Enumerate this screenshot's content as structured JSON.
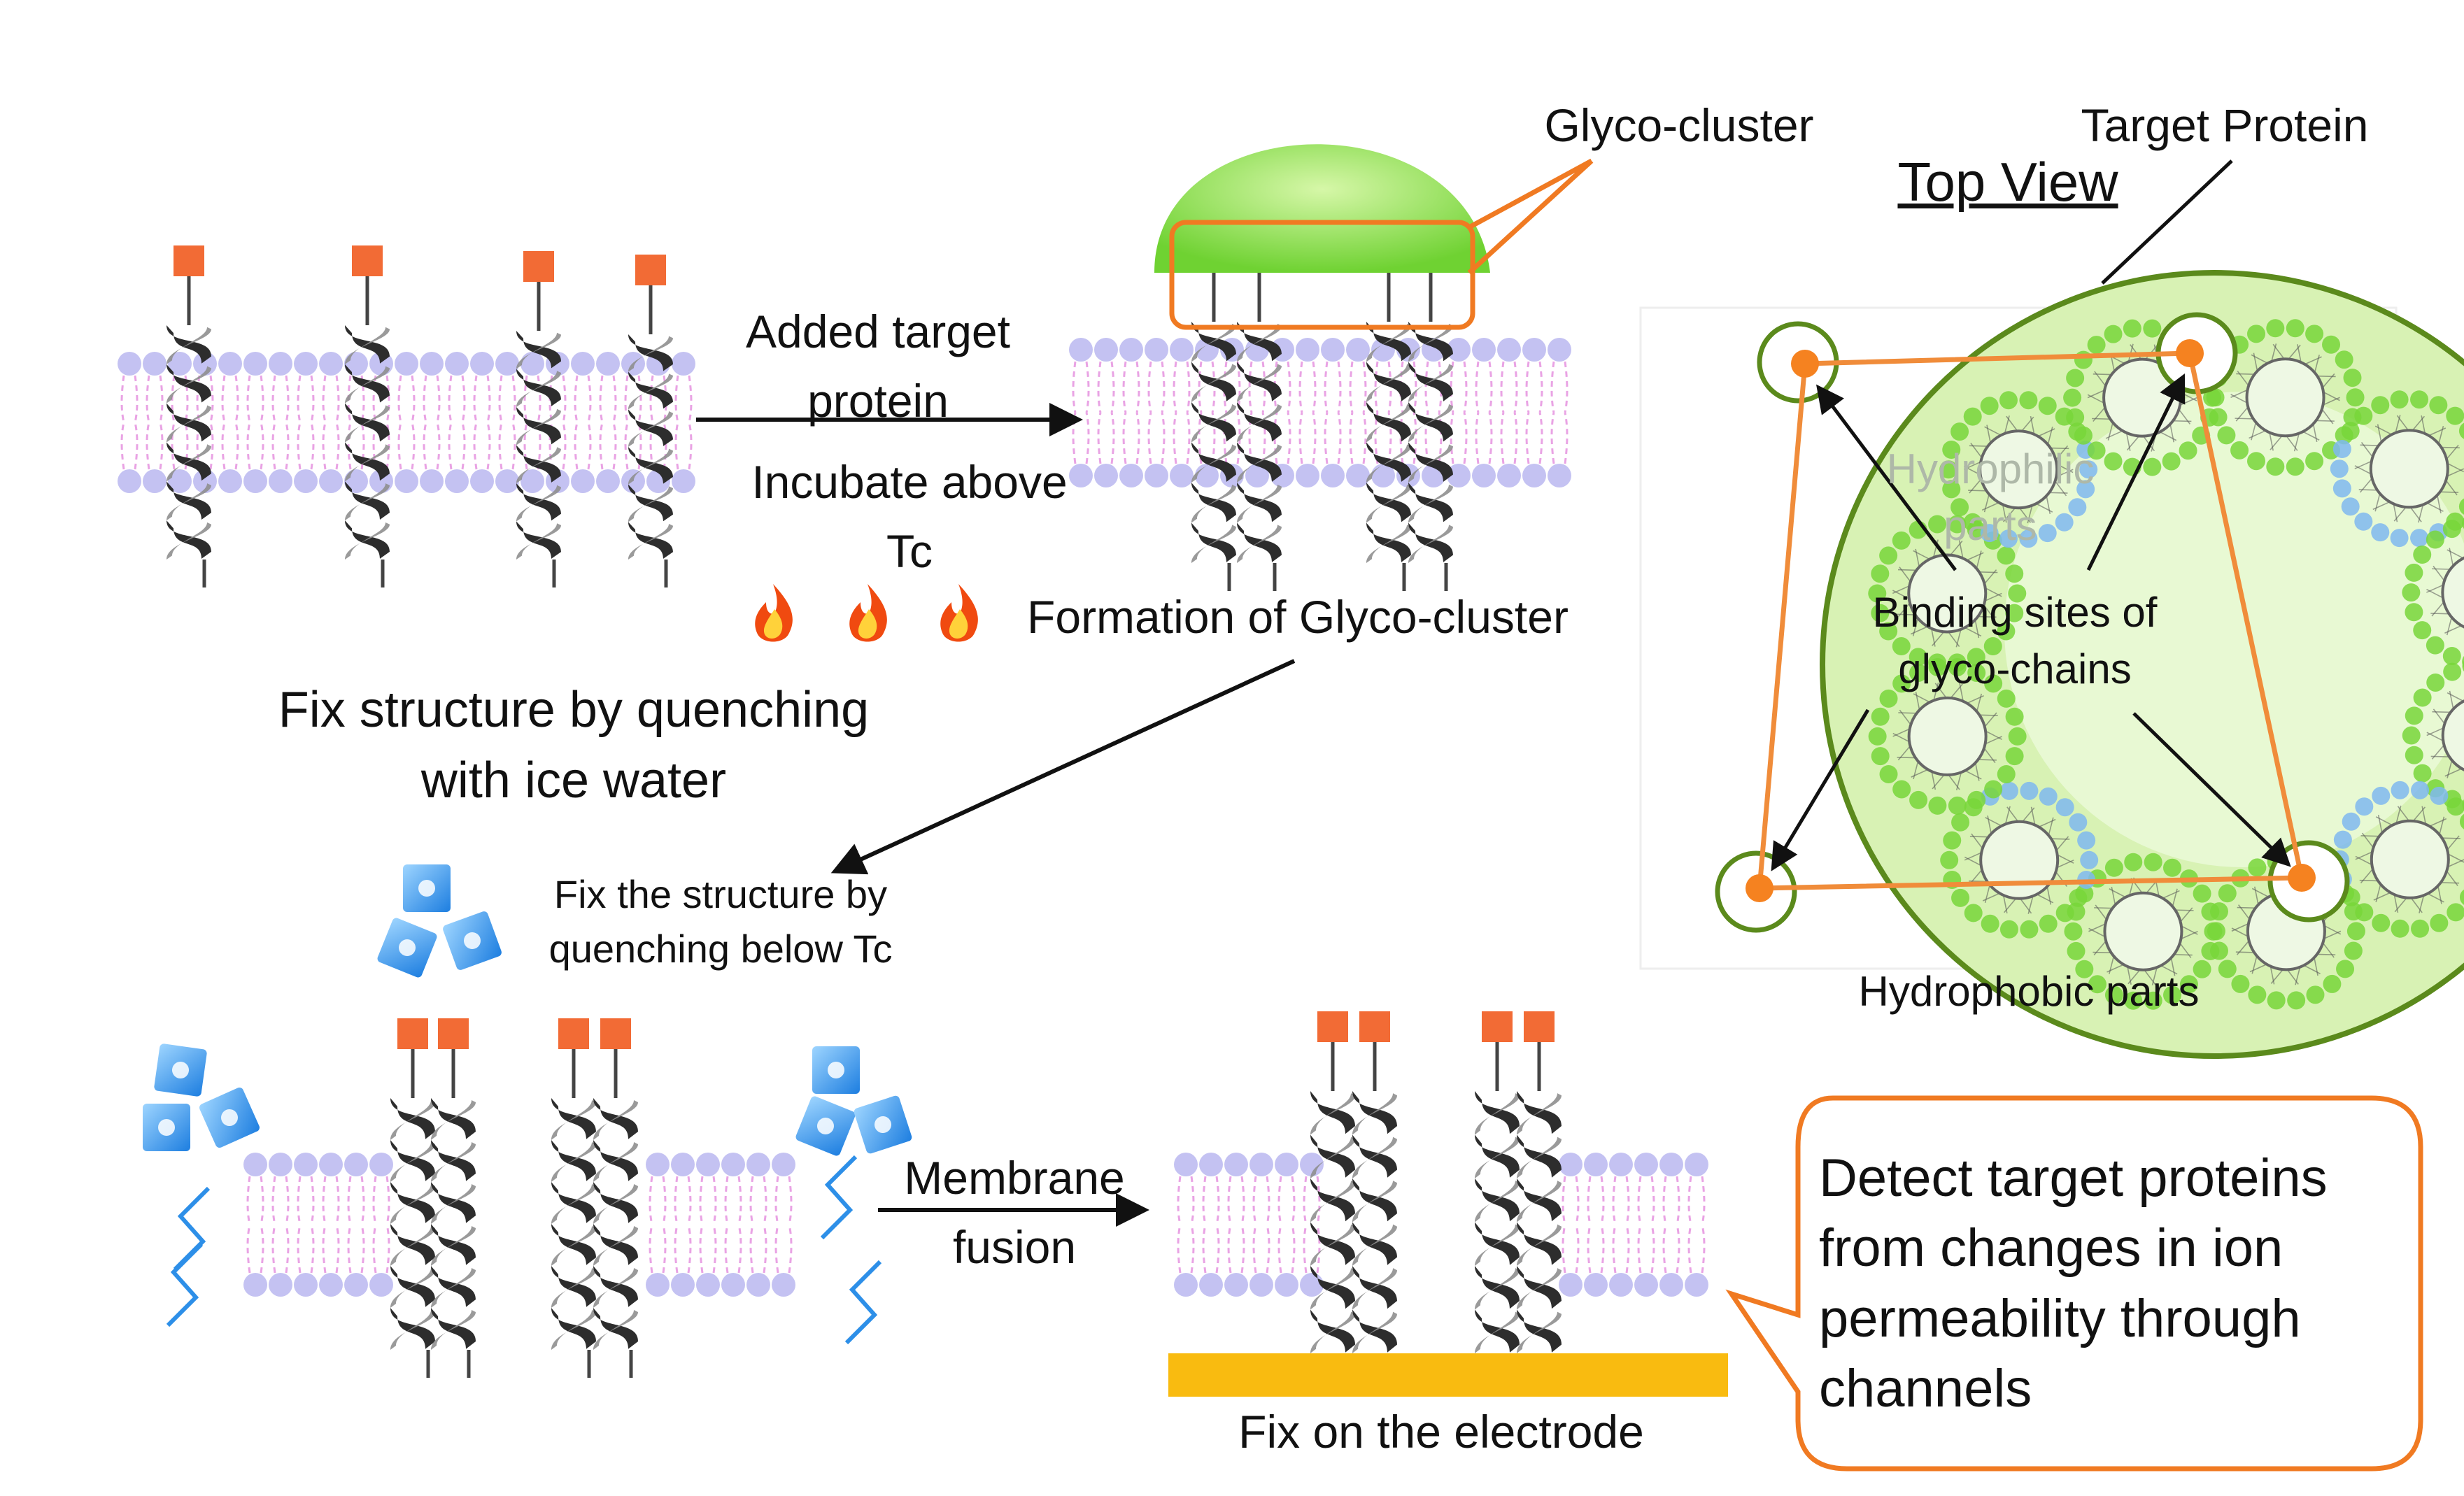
{
  "labels": {
    "added_target": "Added target\nprotein",
    "incubate": "Incubate above\nTc",
    "formation": "Formation of Glyco-cluster",
    "fix_quench_ice": "Fix structure by quenching\nwith ice water",
    "fix_below_tc": "Fix the structure by\nquenching below Tc",
    "membrane_fusion": "Membrane\nfusion",
    "fix_electrode": "Fix on the electrode",
    "detect": "Detect target proteins\nfrom changes in ion\npermeability through\nchannels",
    "glyco_cluster": "Glyco-cluster",
    "target_protein": "Target Protein",
    "top_view": "Top View",
    "hydrophilic": "Hydrophilic\nparts",
    "binding_sites": "Binding sites of\nglyco-chains",
    "hydrophobic": "Hydrophobic parts"
  },
  "colors": {
    "glycan": "#f26b35",
    "helix_dark": "#2d2d2d",
    "helix_light": "#8f8f8f",
    "lipid_head": "#c4c2f2",
    "lipid_tail": "#e9a3e4",
    "cluster_green": "#7bd63c",
    "topview_fill": "#d8f2b4",
    "electrode": "#f9bb10",
    "ice": "#2d8fe8",
    "flame": "#f04a10"
  },
  "icons": [
    "flame-icon",
    "ice-cube-icon",
    "wavy-line-icon"
  ]
}
